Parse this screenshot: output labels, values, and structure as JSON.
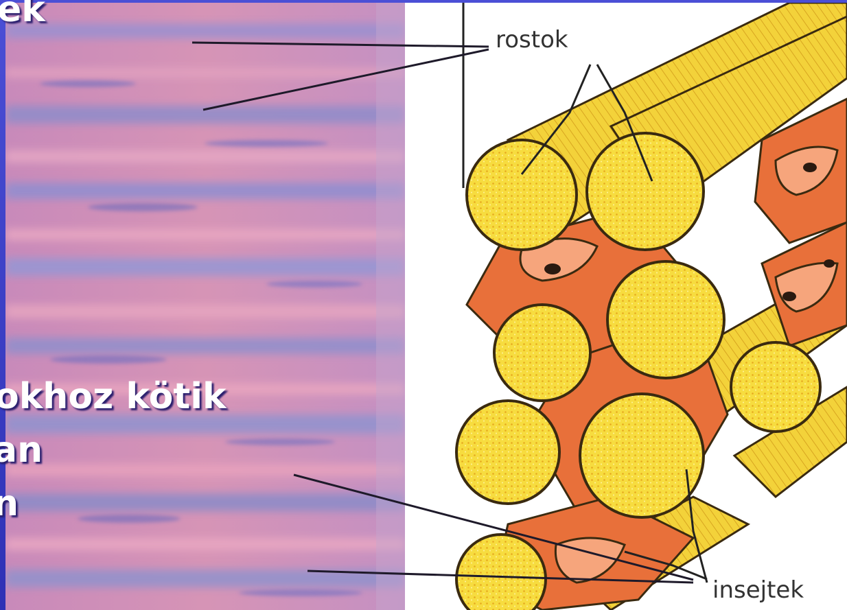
{
  "slide": {
    "title_fragment": "ek",
    "body_lines": [
      "okhoz kötik",
      "an",
      "n"
    ]
  },
  "diagram": {
    "label_top": "rostok",
    "label_bottom": "insejtek"
  },
  "colors": {
    "frame_blue": "#3a3fc2",
    "fiber_yellow": "#f3d23a",
    "fiber_core": "#f7dc3f",
    "cell_orange": "#e8703a",
    "cell_light": "#f6a57c",
    "tissue_pink": "#d890b4",
    "tissue_blue": "#7a80c8"
  }
}
